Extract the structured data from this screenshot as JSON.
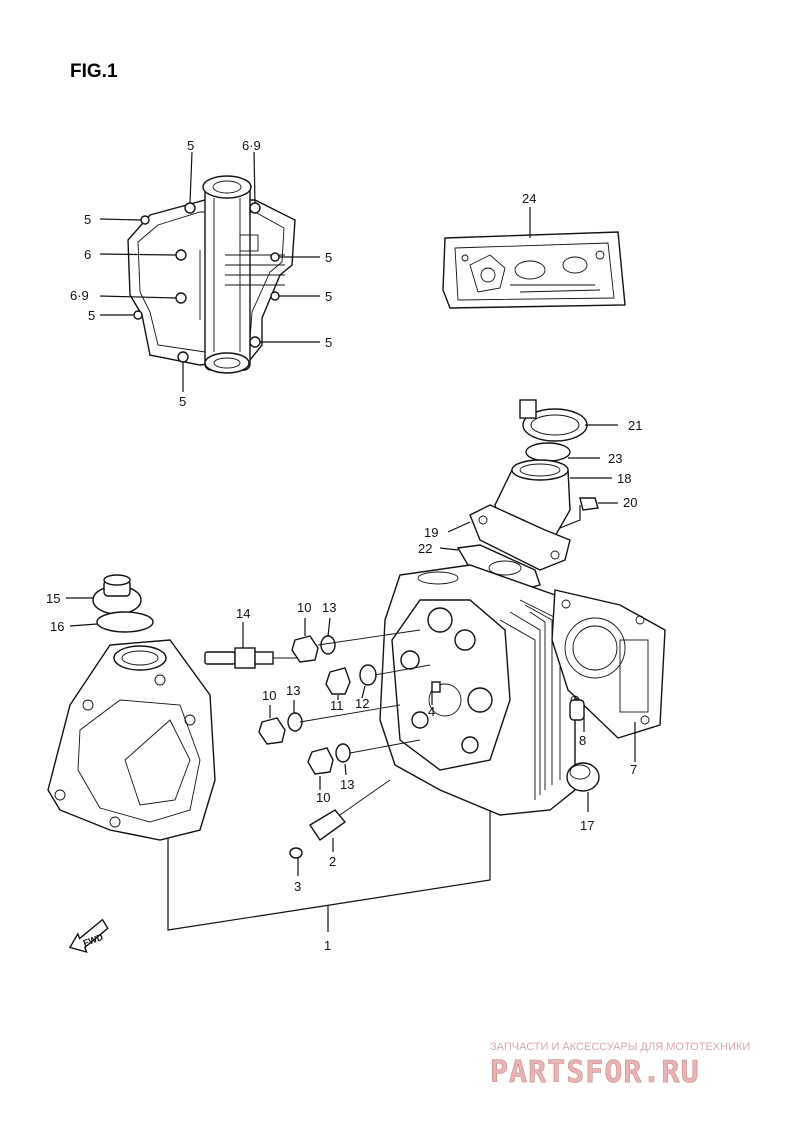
{
  "figure": {
    "title": "FIG.1"
  },
  "callouts": [
    {
      "id": "5a",
      "text": "5"
    },
    {
      "id": "69a",
      "text": "6·9"
    },
    {
      "id": "5b",
      "text": "5"
    },
    {
      "id": "6",
      "text": "6"
    },
    {
      "id": "5c",
      "text": "5"
    },
    {
      "id": "69b",
      "text": "6·9"
    },
    {
      "id": "5d",
      "text": "5"
    },
    {
      "id": "5e",
      "text": "5"
    },
    {
      "id": "5f",
      "text": "5"
    },
    {
      "id": "5g",
      "text": "5"
    },
    {
      "id": "24",
      "text": "24"
    },
    {
      "id": "21",
      "text": "21"
    },
    {
      "id": "23",
      "text": "23"
    },
    {
      "id": "18",
      "text": "18"
    },
    {
      "id": "20",
      "text": "20"
    },
    {
      "id": "19",
      "text": "19"
    },
    {
      "id": "22",
      "text": "22"
    },
    {
      "id": "15",
      "text": "15"
    },
    {
      "id": "16",
      "text": "16"
    },
    {
      "id": "14",
      "text": "14"
    },
    {
      "id": "10a",
      "text": "10"
    },
    {
      "id": "13a",
      "text": "13"
    },
    {
      "id": "11",
      "text": "11"
    },
    {
      "id": "12",
      "text": "12"
    },
    {
      "id": "4",
      "text": "4"
    },
    {
      "id": "10b",
      "text": "10"
    },
    {
      "id": "13b",
      "text": "13"
    },
    {
      "id": "10c",
      "text": "10"
    },
    {
      "id": "13c",
      "text": "13"
    },
    {
      "id": "8",
      "text": "8"
    },
    {
      "id": "7",
      "text": "7"
    },
    {
      "id": "17",
      "text": "17"
    },
    {
      "id": "2",
      "text": "2"
    },
    {
      "id": "3",
      "text": "3"
    },
    {
      "id": "1",
      "text": "1"
    }
  ],
  "fwd_arrow": {
    "text": "FWD",
    "icon": "fwd-arrow-icon"
  },
  "watermark": {
    "top_text": "ЗАПЧАСТИ И АКСЕССУАРЫ ДЛЯ МОТОТЕХНИКИ",
    "logo_text": "PARTSFOR.RU",
    "color": "#e8b3b3"
  }
}
